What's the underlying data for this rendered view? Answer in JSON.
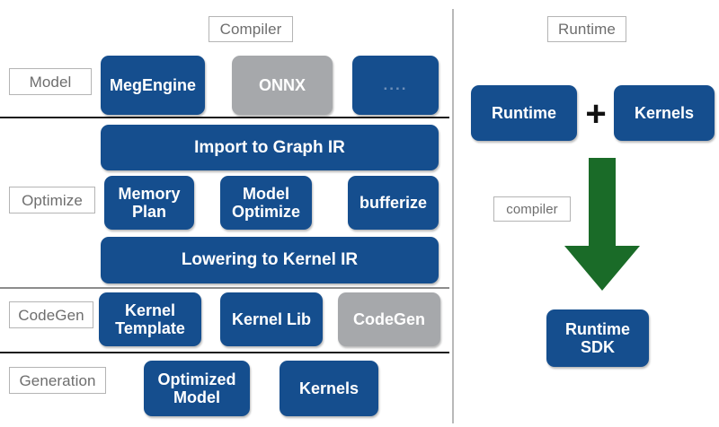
{
  "diagram": {
    "title_tags": {
      "compiler": "Compiler",
      "runtime": "Runtime"
    },
    "colors": {
      "box_blue": "#154E8E",
      "box_gray": "#A6A8AB",
      "arrow_green": "#1A6B28",
      "tag_border": "#b4b4b4",
      "tag_text": "#6e6e6e",
      "rule": "#1a1a1a",
      "divider": "#b9b9b9"
    }
  },
  "compiler_panel": {
    "header_tag": "Compiler",
    "stage_labels": {
      "model": "Model",
      "optimize": "Optimize",
      "codegen": "CodeGen",
      "generation": "Generation"
    },
    "model_row": [
      {
        "label": "MegEngine",
        "style": "blue"
      },
      {
        "label": "ONNX",
        "style": "gray"
      },
      {
        "label": "....",
        "style": "dots"
      }
    ],
    "import_bar": {
      "label": "Import to Graph IR",
      "style": "blue"
    },
    "optimize_row": [
      {
        "label": "Memory\nPlan",
        "style": "blue"
      },
      {
        "label": "Model\nOptimize",
        "style": "blue"
      },
      {
        "label": "bufferize",
        "style": "blue"
      }
    ],
    "lowering_bar": {
      "label": "Lowering to Kernel IR",
      "style": "blue"
    },
    "codegen_row": [
      {
        "label": "Kernel\nTemplate",
        "style": "blue"
      },
      {
        "label": "Kernel Lib",
        "style": "blue"
      },
      {
        "label": "CodeGen",
        "style": "gray"
      }
    ],
    "generation_row": [
      {
        "label": "Optimized\nModel",
        "style": "blue"
      },
      {
        "label": "Kernels",
        "style": "blue"
      }
    ]
  },
  "runtime_panel": {
    "header_tag": "Runtime",
    "inputs": [
      {
        "label": "Runtime",
        "style": "blue"
      },
      {
        "label": "Kernels",
        "style": "blue"
      }
    ],
    "operator": "+",
    "arrow_label": "compiler",
    "output": {
      "label": "Runtime\nSDK",
      "style": "blue"
    }
  }
}
